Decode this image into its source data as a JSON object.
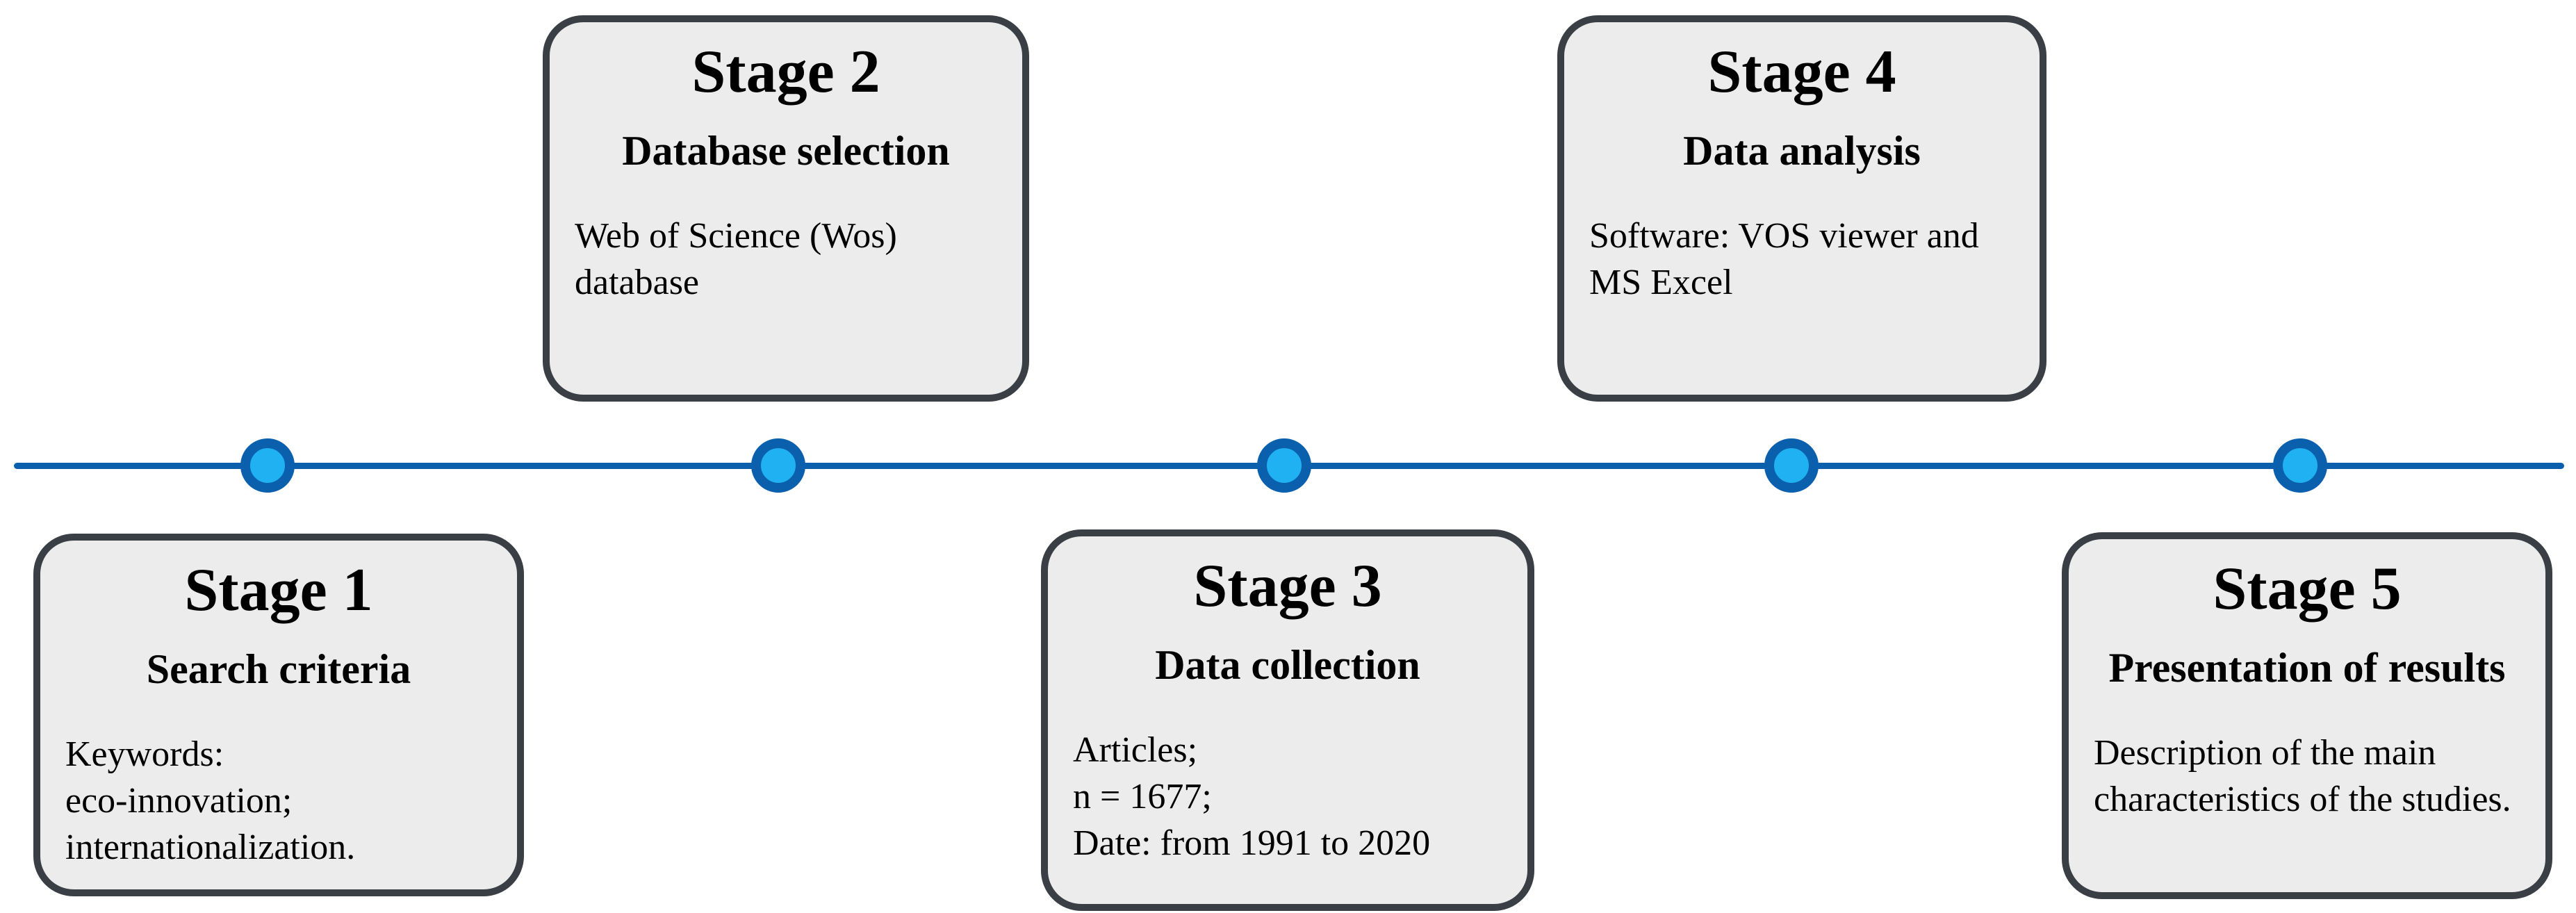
{
  "figure": {
    "type": "timeline-diagram",
    "description": "Five-stage bibliometric research methodology timeline",
    "stages": [
      {
        "title": "Stage 1",
        "subtitle": "Search criteria",
        "body": "Keywords:\neco-innovation;\ninternationalization.",
        "side": "below"
      },
      {
        "title": "Stage 2",
        "subtitle": "Database selection",
        "body": "Web of Science (Wos)\ndatabase",
        "side": "above"
      },
      {
        "title": "Stage 3",
        "subtitle": "Data collection",
        "body": "Articles;\nn = 1677;\nDate: from 1991 to 2020",
        "side": "below"
      },
      {
        "title": "Stage 4",
        "subtitle": "Data analysis",
        "body": "Software: VOS viewer and\nMS Excel",
        "side": "above"
      },
      {
        "title": "Stage 5",
        "subtitle": "Presentation of results",
        "body": "Description of the main\ncharacteristics of the studies.",
        "side": "below"
      }
    ],
    "colors": {
      "page_background": "#ffffff",
      "timeline_line": "#0b60ae",
      "node_ring": "#0b60ae",
      "node_fill": "#1fb1f1",
      "box_background": "#ececec",
      "box_border": "#3a3e45",
      "text": "#000000"
    }
  }
}
